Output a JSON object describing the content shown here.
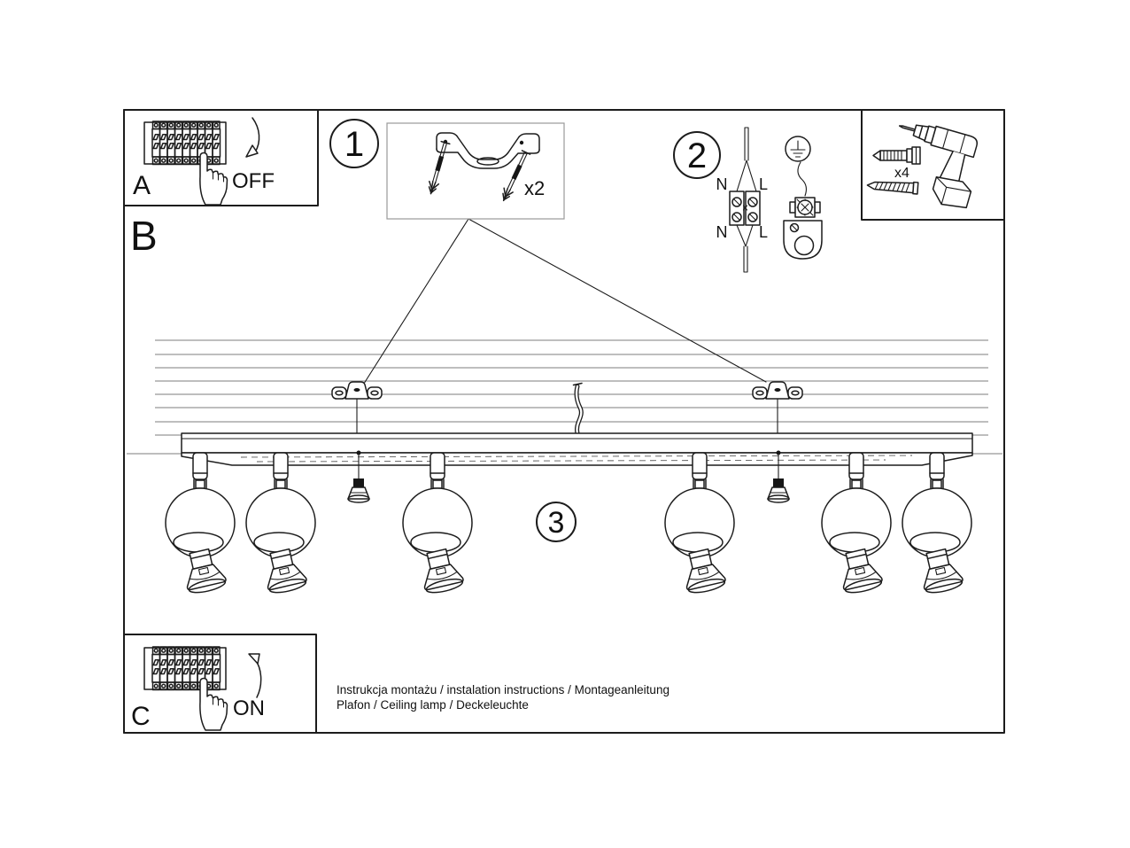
{
  "panel_a": {
    "label": "A",
    "state_label": "OFF"
  },
  "panel_b": {
    "label": "B"
  },
  "panel_c": {
    "label": "C",
    "state_label": "ON"
  },
  "steps": {
    "step1": {
      "number": "1",
      "quantity": "x2"
    },
    "step2": {
      "number": "2",
      "terminals": {
        "neutral_top": "N",
        "live_top": "L",
        "neutral_bottom": "N",
        "live_bottom": "L"
      }
    },
    "step3": {
      "number": "3"
    }
  },
  "tools": {
    "screw_quantity": "x4"
  },
  "footer": {
    "line1": "Instrukcja montażu / instalation instructions / Montageanleitung",
    "line2": "Plafon / Ceiling lamp / Deckeleuchte"
  },
  "colors": {
    "ink": "#1c1c1c",
    "background": "#ffffff",
    "hatch_gray": "#7d7d7d"
  }
}
